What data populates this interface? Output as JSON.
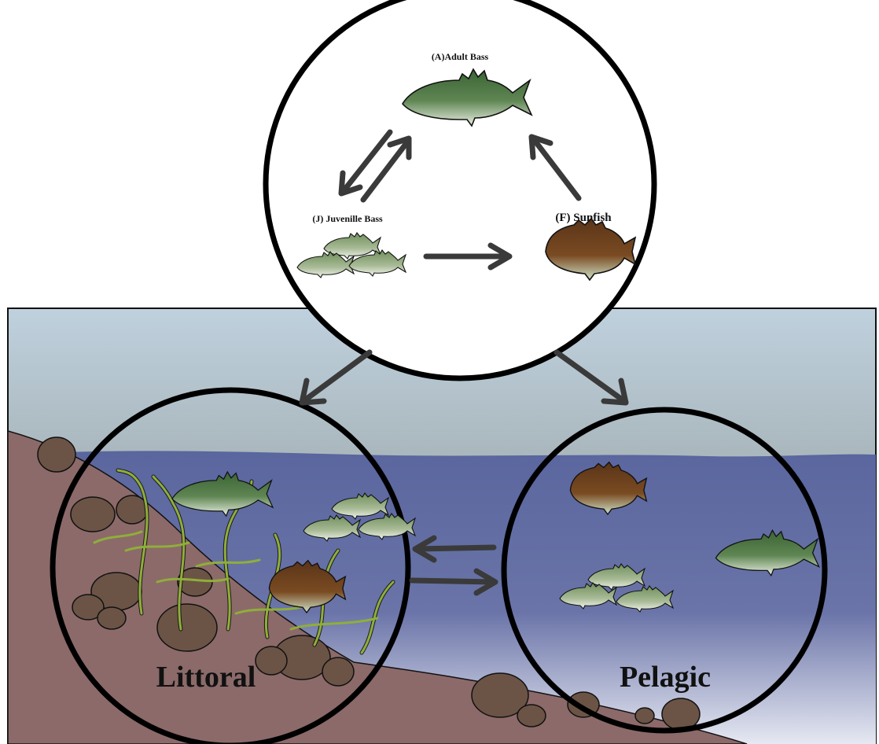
{
  "food_web": {
    "adult_bass_label": "(A)Adult Bass",
    "juvenile_bass_label": "(J) Juvenille Bass",
    "sunfish_label": "(F) Sunfish"
  },
  "habitats": {
    "littoral_label": "Littoral",
    "pelagic_label": "Pelagic"
  },
  "colors": {
    "bass_green": "#3f6b3a",
    "sunfish_brown": "#5a3418",
    "water_top": "#b9ccda",
    "water_deep": "#5d6aa0",
    "shore": "#8c6a6a",
    "rock": "#6b5446",
    "weed": "#8fae3a",
    "arrow": "#3a3a3a"
  }
}
